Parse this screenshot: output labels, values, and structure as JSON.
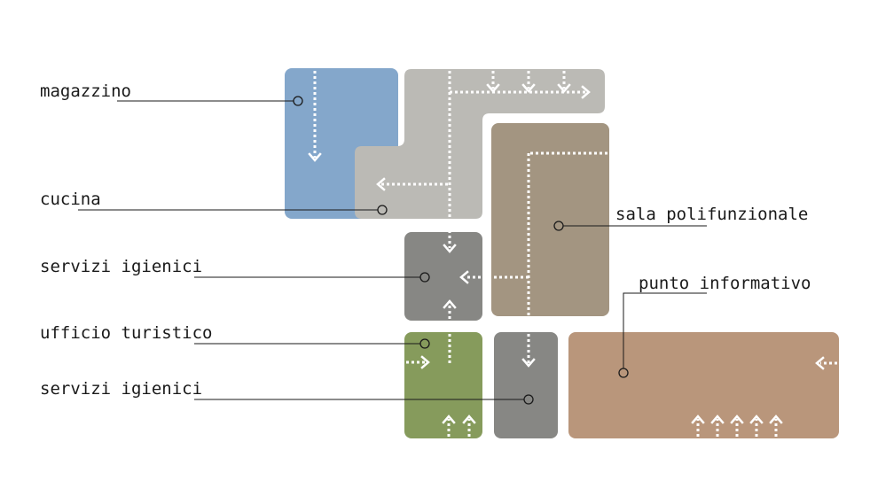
{
  "labels": {
    "magazzino": "magazzino",
    "cucina": "cucina",
    "servizi_igienici_1": "servizi igienici",
    "ufficio_turistico": "ufficio turistico",
    "servizi_igienici_2": "servizi igienici",
    "sala_polifunzionale": "sala polifunzionale",
    "punto_informativo": "punto informativo"
  },
  "colors": {
    "magazzino": "#84a7cb",
    "cucina": "#bbbab5",
    "servizi_igienici": "#878784",
    "ufficio_turistico": "#869b5c",
    "sala_polifunzionale": "#a39581",
    "punto_informativo": "#b9967b",
    "flow": "#ffffff",
    "text": "#1a1a1a"
  }
}
